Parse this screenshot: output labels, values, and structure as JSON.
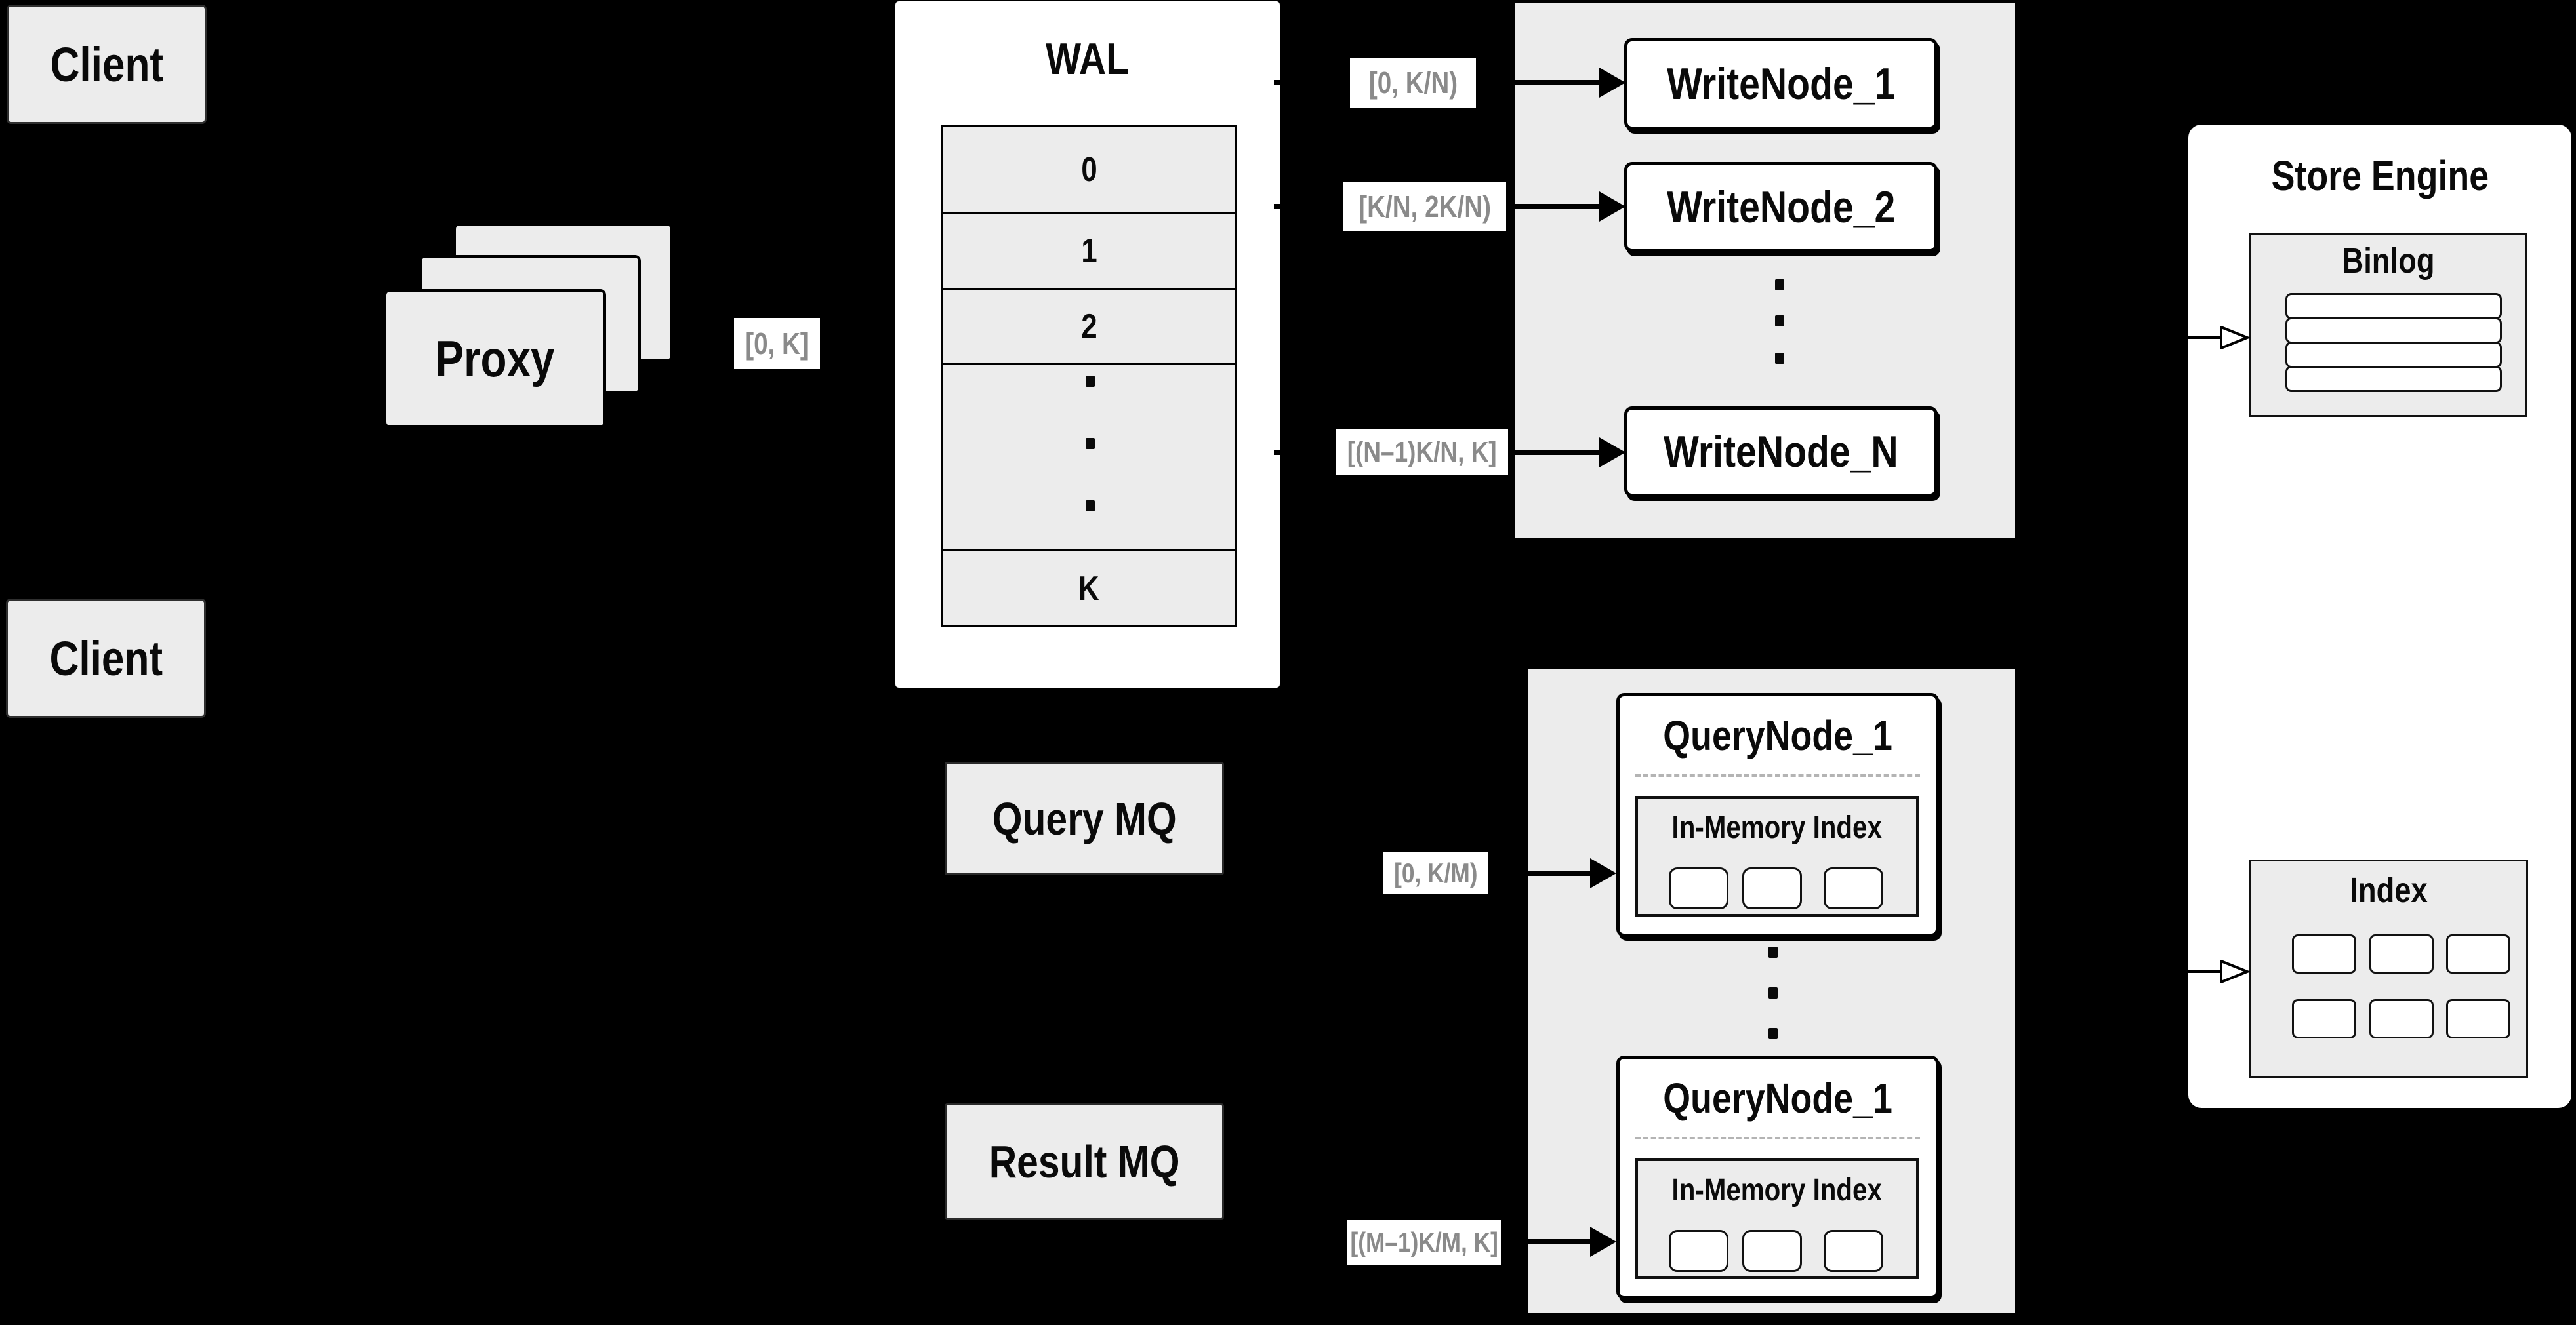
{
  "colors": {
    "background": "#000000",
    "panel_gray": "#ececec",
    "box_white": "#ffffff",
    "border_black": "#000000",
    "range_label_text": "#8a8a8a",
    "dashed_divider": "#b4b4b4"
  },
  "clients": {
    "top": "Client",
    "bottom": "Client"
  },
  "proxy": {
    "label": "Proxy",
    "range": "[0, K]"
  },
  "wal": {
    "title": "WAL",
    "segments": [
      "0",
      "1",
      "2"
    ],
    "last_segment": "K"
  },
  "write_group": {
    "nodes": [
      {
        "range": "[0, K/N)",
        "label": "WriteNode_1"
      },
      {
        "range": "[K/N, 2K/N)",
        "label": "WriteNode_2"
      },
      {
        "range": "[(N–1)K/N, K]",
        "label": "WriteNode_N"
      }
    ]
  },
  "store_engine": {
    "title": "Store Engine",
    "binlog_title": "Binlog",
    "index_title": "Index"
  },
  "query_group": {
    "query_mq": "Query MQ",
    "result_mq": "Result MQ",
    "nodes": [
      {
        "range": "[0, K/M)",
        "label": "QueryNode_1",
        "inner": "In-Memory Index"
      },
      {
        "range": "[(M–1)K/M, K]",
        "label": "QueryNode_1",
        "inner": "In-Memory Index"
      }
    ]
  }
}
